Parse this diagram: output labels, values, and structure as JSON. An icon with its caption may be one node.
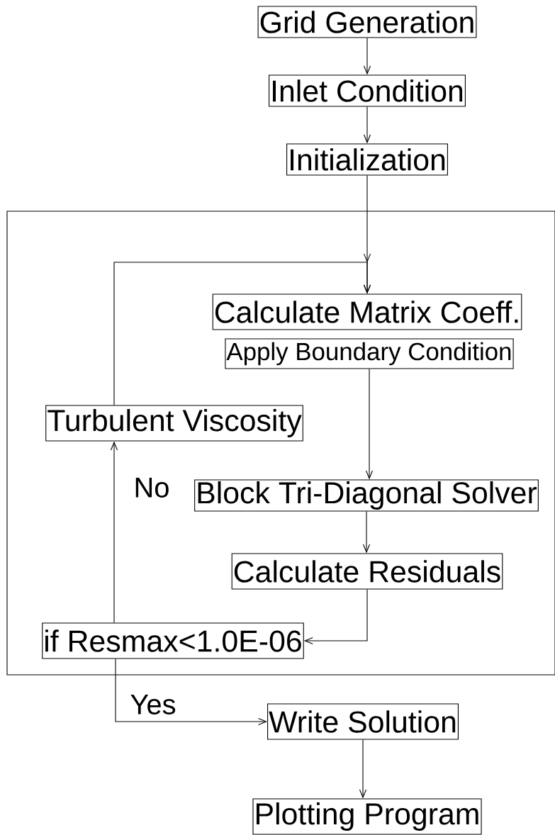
{
  "diagram": {
    "nodes": [
      {
        "text": [
          "Grid Generation"
        ]
      },
      {
        "text": [
          "Inlet Condition"
        ]
      },
      {
        "text": [
          "Initialization"
        ]
      },
      {
        "text": [],
        "shape": "box"
      },
      {
        "text": [
          "Calculate Matrix Coeff."
        ],
        "in": 3
      },
      {
        "text": [
          "Apply Boundary Condition"
        ],
        "in": 3
      },
      {
        "text": [
          "Turbulent Viscosity"
        ],
        "in": 3
      },
      {
        "text": [
          "Block Tri-Diagonal Solver"
        ],
        "in": 3
      },
      {
        "text": [
          "Calculate Residuals"
        ],
        "in": 3
      },
      {
        "text": [
          "if Resmax<1.0E-06"
        ],
        "in": 3
      },
      {
        "text": [
          "Write Solution"
        ]
      },
      {
        "text": [
          "Plotting Program"
        ]
      }
    ],
    "edges": [
      {
        "from": 0,
        "to": 1,
        "arrow": "to"
      },
      {
        "from": 1,
        "to": 2,
        "arrow": "to"
      },
      {
        "from": 2,
        "to": 4,
        "arrow": "to"
      },
      {
        "from": 6,
        "to": 4,
        "arrow": "to"
      },
      {
        "from": 5,
        "to": 7,
        "arrow": "to"
      },
      {
        "from": 7,
        "to": 8,
        "arrow": "to"
      },
      {
        "from": 8,
        "to": 9,
        "arrow": "to"
      },
      {
        "from": 9,
        "to": 6,
        "arrow": "to",
        "label": "No"
      },
      {
        "from": 9,
        "to": 10,
        "arrow": "to",
        "label": "Yes"
      },
      {
        "from": 10,
        "to": 11,
        "arrow": "to"
      }
    ]
  }
}
